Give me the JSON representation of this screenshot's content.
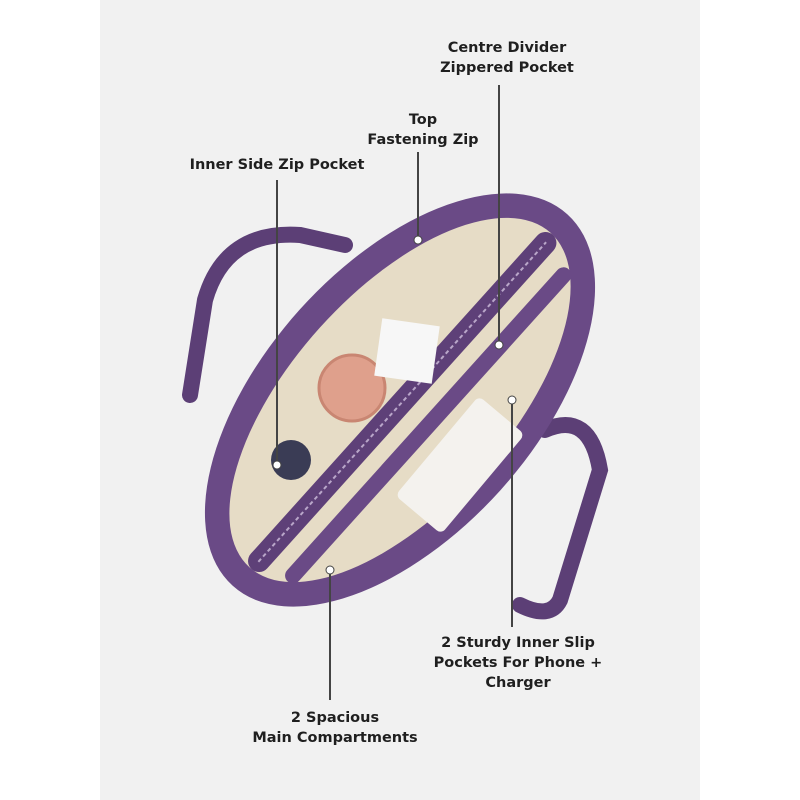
{
  "callouts": {
    "centre_divider": {
      "line1": "Centre Divider",
      "line2": "Zippered Pocket"
    },
    "top_zip": {
      "line1": "Top",
      "line2": "Fastening Zip"
    },
    "inner_side": {
      "line1": "Inner Side Zip Pocket"
    },
    "slip_pockets": {
      "line1": "2 Sturdy Inner Slip",
      "line2": "Pockets For Phone +",
      "line3": "Charger"
    },
    "main_compartments": {
      "line1": "2 Spacious",
      "line2": "Main Compartments"
    }
  },
  "colors": {
    "bag": "#6a4a86",
    "lining": "#e6dcc6",
    "line": "#444444",
    "background": "#f1f1f1"
  }
}
